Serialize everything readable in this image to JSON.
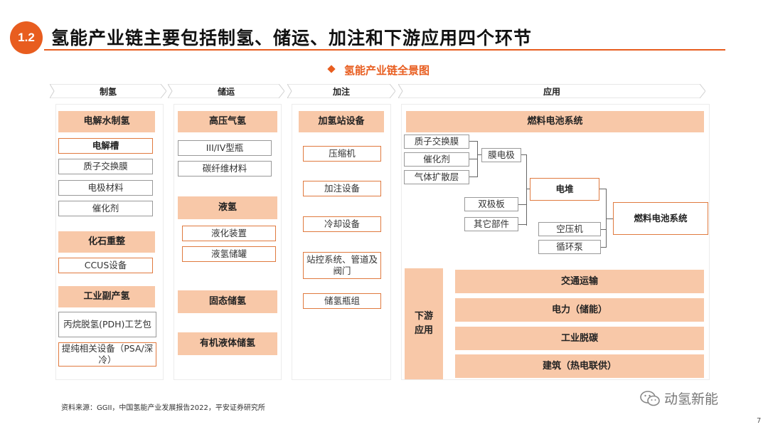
{
  "header": {
    "section_number": "1.2",
    "title": "氢能产业链主要包括制氢、储运、加注和下游应用四个环节",
    "accent_color": "#e85d1f"
  },
  "diagram": {
    "title": "氢能产业链全景图",
    "stages": [
      "制氢",
      "储运",
      "加注",
      "应用"
    ],
    "production": {
      "groups": [
        {
          "title": "电解水制氢",
          "items": [
            "电解槽",
            "质子交换膜",
            "电极材料",
            "催化剂"
          ]
        },
        {
          "title": "化石重整",
          "items": [
            "CCUS设备"
          ]
        },
        {
          "title": "工业副产氢",
          "items": [
            "丙烷脱氢(PDH)工艺包",
            "提纯相关设备（PSA/深冷）"
          ]
        }
      ]
    },
    "storage": {
      "groups": [
        {
          "title": "高压气氢",
          "items": [
            "III/IV型瓶",
            "碳纤维材料"
          ]
        },
        {
          "title": "液氢",
          "items": [
            "液化装置",
            "液氢储罐"
          ]
        },
        {
          "title": "固态储氢",
          "items": []
        },
        {
          "title": "有机液体储氢",
          "items": []
        }
      ]
    },
    "refueling": {
      "title": "加氢站设备",
      "items": [
        "压缩机",
        "加注设备",
        "冷却设备",
        "站控系统、管道及阀门",
        "储氢瓶组"
      ]
    },
    "application": {
      "fuel_cell": {
        "title": "燃料电池系统",
        "mea_parts": [
          "质子交换膜",
          "催化剂",
          "气体扩散层"
        ],
        "mea": "膜电极",
        "stack_parts": [
          "双极板",
          "其它部件"
        ],
        "stack": "电堆",
        "bop_parts": [
          "空压机",
          "循环泵"
        ],
        "system": "燃料电池系统"
      },
      "downstream": {
        "title": "下游应用",
        "items": [
          "交通运输",
          "电力（储能）",
          "工业脱碳",
          "建筑（热电联供）"
        ]
      }
    }
  },
  "footer": {
    "source": "资料来源：GGII，中国氢能产业发展报告2022，平安证券研究所",
    "watermark": "动氢新能",
    "page": "7"
  }
}
